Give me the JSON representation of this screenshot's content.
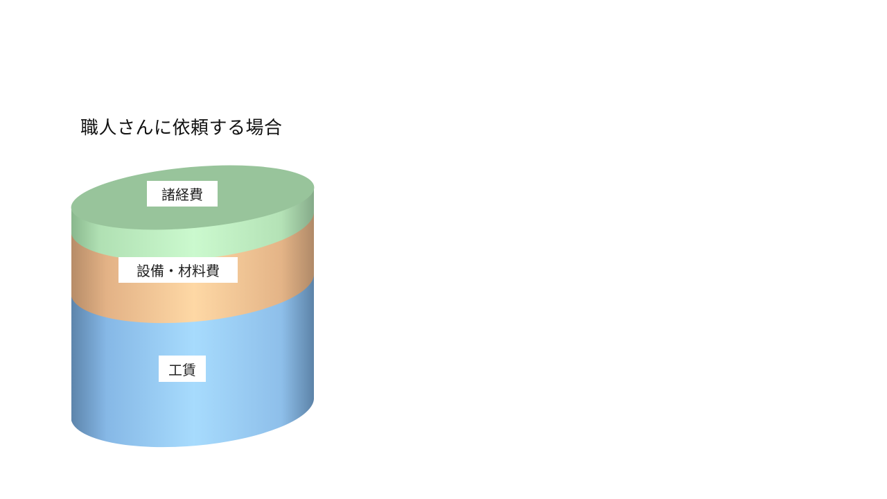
{
  "slide": {
    "title": "職人さんに依頼する場合"
  },
  "chart_data": {
    "type": "stacked-cylinder",
    "title": "職人さんに依頼する場合",
    "segments": [
      {
        "name": "諸経費",
        "approx_share": 12,
        "color_top": "#98c49b",
        "color_side": "#c6f5c8"
      },
      {
        "name": "設備・材料費",
        "approx_share": 29,
        "color_side": "#fbcf9c"
      },
      {
        "name": "工賃",
        "approx_share": 58,
        "color_side": "#a3d6fc"
      }
    ]
  },
  "labels": {
    "overhead": "諸経費",
    "equipment_materials": "設備・材料費",
    "labor": "工賃"
  },
  "colors": {
    "green_top": "#98c49b",
    "green_side_light": "#c8f7cb",
    "green_side_dark": "#86b48a",
    "orange_light": "#fdd8a6",
    "orange_dark": "#c0946b",
    "blue_light": "#a6dafd",
    "blue_dark": "#5c84aa"
  }
}
